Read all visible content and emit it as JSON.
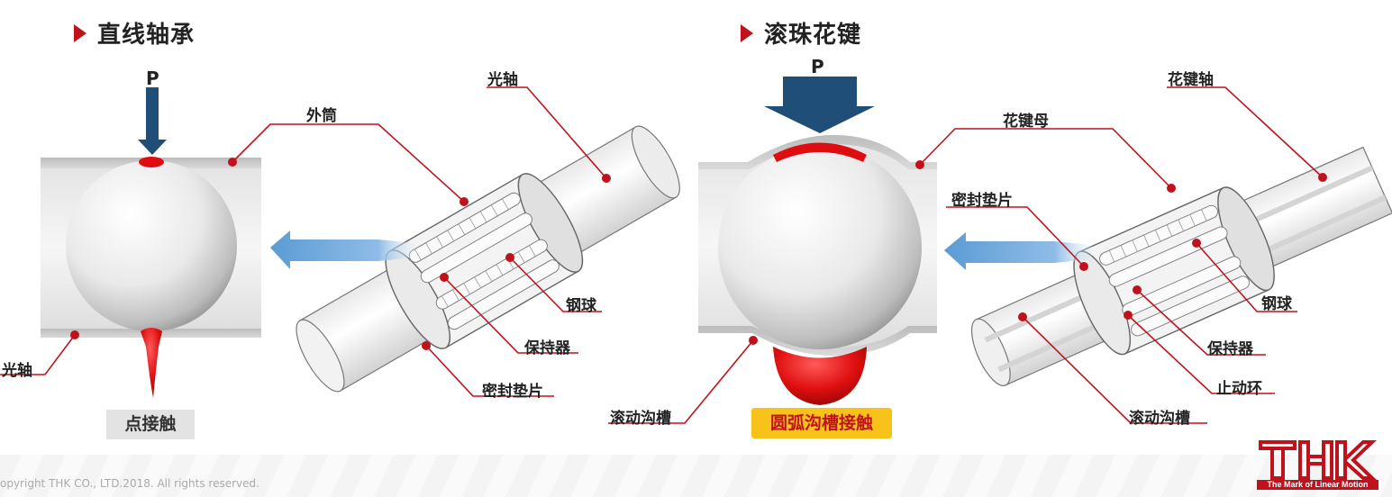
{
  "left": {
    "title": "直线轴承",
    "load_label": "P",
    "contact_type": "点接触",
    "labels": {
      "outer_tube": "外筒",
      "shaft_top": "光轴",
      "shaft_left": "光轴",
      "steel_ball": "钢球",
      "retainer": "保持器",
      "seal": "密封垫片"
    }
  },
  "right": {
    "title": "滚珠花键",
    "load_label": "P",
    "contact_type": "圆弧沟槽接触",
    "labels": {
      "spline_shaft": "花键轴",
      "spline_nut": "花键母",
      "seal": "密封垫片",
      "steel_ball": "钢球",
      "retainer": "保持器",
      "retaining_ring": "止动环",
      "raceway_groove_right": "滚动沟槽",
      "raceway_groove_left": "滚动沟槽"
    }
  },
  "footer": {
    "copyright": "opyright THK CO., LTD.2018. All rights reserved.",
    "logo_text": "THK",
    "logo_tagline": "The Mark of Linear Motion"
  },
  "colors": {
    "accent_red": "#c0121c",
    "arrow_navy": "#1f4e79",
    "arrow_blue": "#5b9bd5",
    "badge_yellow": "#f7c21a"
  }
}
